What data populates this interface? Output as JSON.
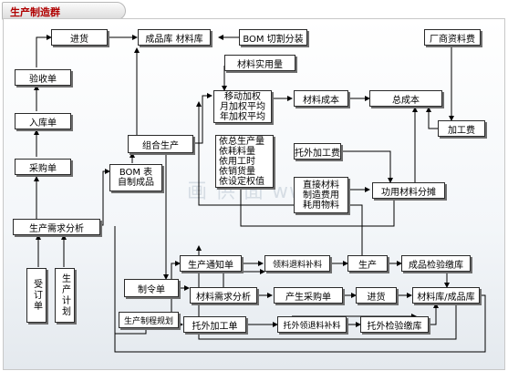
{
  "title": "生产制造群",
  "watermark": "画 供 面 www.c",
  "nodes": {
    "jinhuo_top": "进货",
    "chengpinku": "成品库 材料库",
    "bom_qie": "BOM 切割分装",
    "changshang": "厂商资料费",
    "yanshou": "验收单",
    "cailiao_shiyong": "材料实用量",
    "yidong": "移动加权\n月加权平均\n年加权平均",
    "cailiao_chengben": "材料成本",
    "zong_chengben": "总成本",
    "ruku": "入库单",
    "jiagong_fei": "加工费",
    "zuhe": "组合生产",
    "yi_list": "依总生产量\n依耗料量\n依用工时\n依销货量\n依设定权值",
    "tuowai_jiagongfei": "托外加工费",
    "caigou": "采购单",
    "bom_biao": "BOM 表\n自制成品",
    "zhijie": "直接材料\n制造费用\n耗用物料",
    "gongyong": "功用材料分摊",
    "xuqiu": "生产需求分析",
    "shengchan_tongzhi": "生产通知单",
    "lingliao_1": "领料退料补料",
    "shengchan": "生产",
    "chengpin_jianyan": "成品检验缴库",
    "dingdan": "受订单",
    "jihua": "生产计划",
    "zhiling": "制令单",
    "cailiao_xuqiu": "材料需求分析",
    "chansheng_caigou": "产生采购单",
    "jinhuo_2": "进货",
    "cailiao_chengpinku": "材料库/成品库",
    "zhicheng": "生产制程规划",
    "tuowai_jiagong": "托外加工单",
    "tuowai_lingliao": "托外领退料补料",
    "tuowai_jianyan": "托外检验缴库"
  }
}
